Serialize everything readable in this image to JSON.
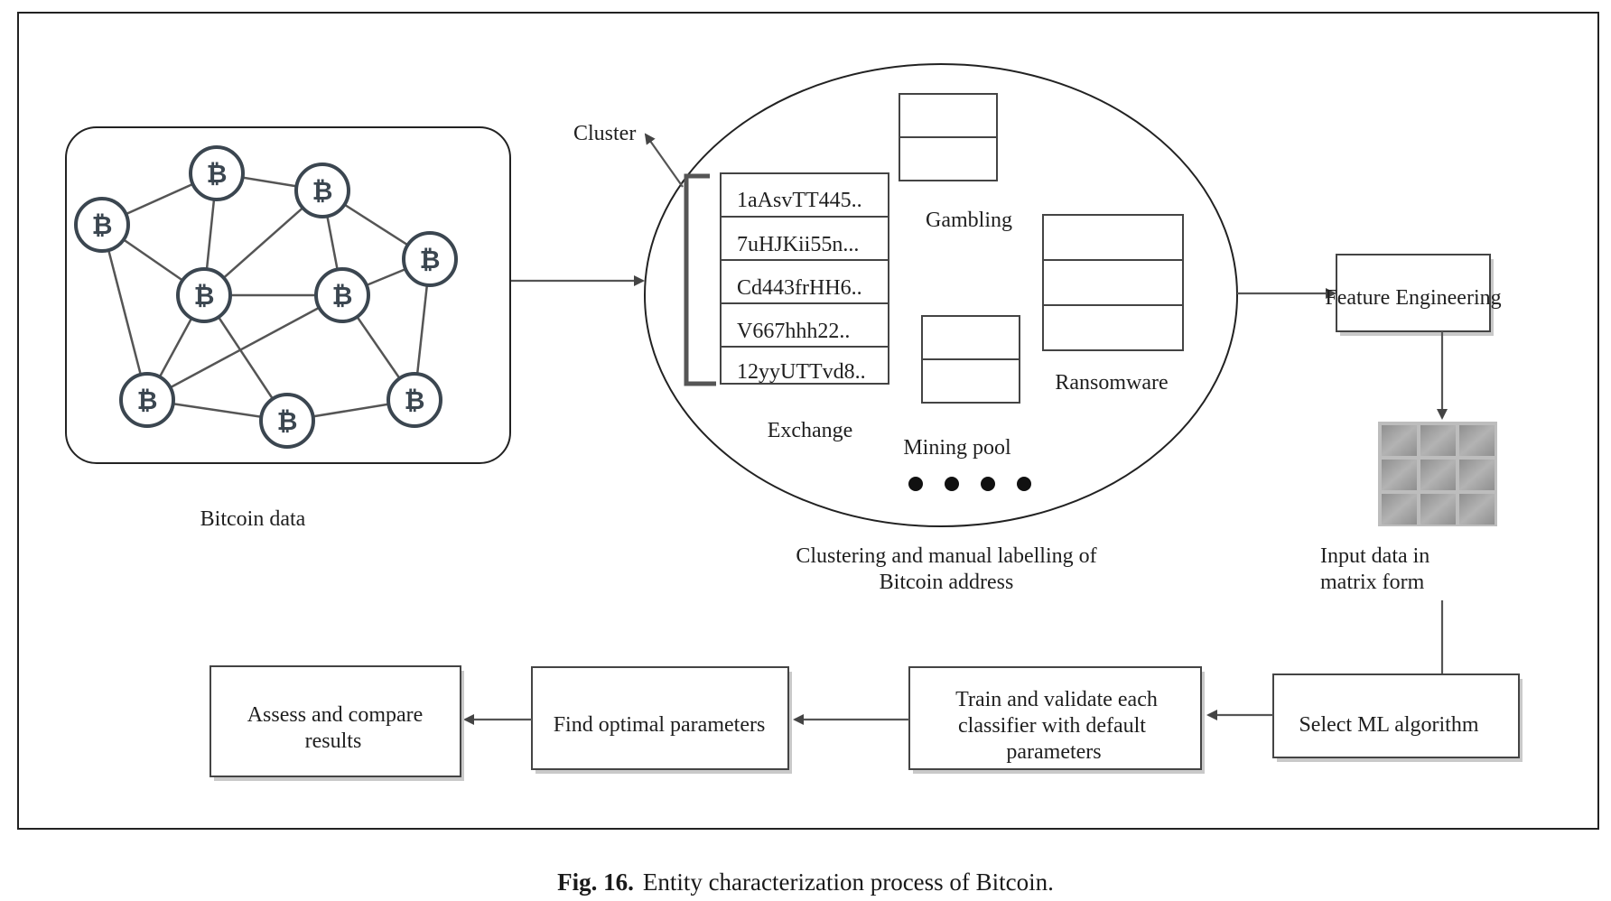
{
  "bitcoin_section": {
    "label": "Bitcoin data",
    "node_symbol": "₿"
  },
  "cluster_section": {
    "cluster_label": "Cluster",
    "addresses": [
      "1aAsvTT445..",
      "7uHJKii55n...",
      "Cd443frHH6..",
      "V667hhh22..",
      "12yyUTTvd8.."
    ],
    "exchange_label": "Exchange",
    "gambling_label": "Gambling",
    "mining_label": "Mining pool",
    "ransomware_label": "Ransomware",
    "caption_line1": "Clustering and manual labelling of",
    "caption_line2": "Bitcoin address"
  },
  "feature_section": {
    "feature_engineering": "Feature Engineering",
    "matrix_label_line1": "Input data in",
    "matrix_label_line2": "matrix form"
  },
  "pipeline": {
    "select_ml": "Select ML algorithm",
    "train_line1": "Train and validate each",
    "train_line2": "classifier with default",
    "train_line3": "parameters",
    "find_optimal": "Find optimal parameters",
    "assess_line1": "Assess and compare",
    "assess_line2": "results"
  },
  "figure": {
    "number": "Fig. 16.",
    "caption": "Entity characterization process of Bitcoin."
  }
}
